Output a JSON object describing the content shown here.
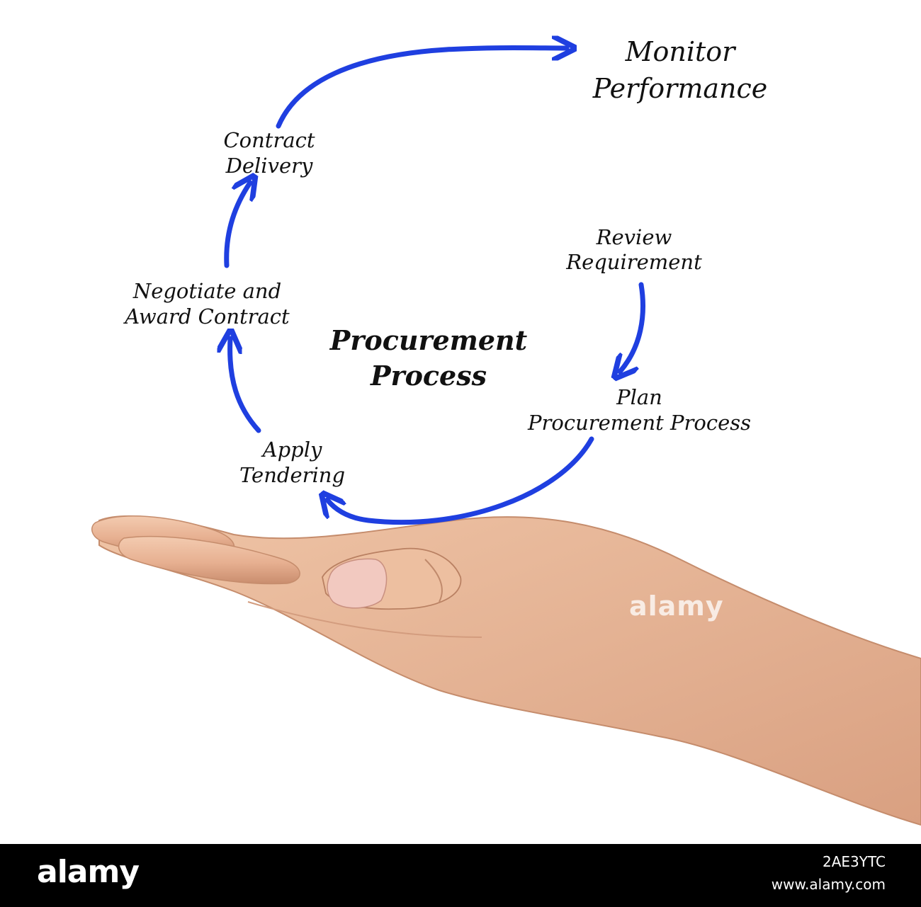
{
  "diagram": {
    "title": [
      "Procurement",
      "Process"
    ],
    "steps": [
      {
        "id": "review",
        "lines": [
          "Review",
          "Requirement"
        ]
      },
      {
        "id": "plan",
        "lines": [
          "Plan",
          "Procurement Process"
        ]
      },
      {
        "id": "tendering",
        "lines": [
          "Apply",
          "Tendering"
        ]
      },
      {
        "id": "negotiate",
        "lines": [
          "Negotiate and",
          "Award Contract"
        ]
      },
      {
        "id": "delivery",
        "lines": [
          "Contract",
          "Delivery"
        ]
      },
      {
        "id": "monitor",
        "lines": [
          "Monitor",
          "Performance"
        ]
      }
    ],
    "arrow_color": "#1f3fe0"
  },
  "photo": {
    "subject": "hand-palm-up",
    "watermark": "alamy"
  },
  "footer": {
    "logo": "alamy",
    "image_id": "2AE3YTC",
    "site": "www.alamy.com"
  }
}
